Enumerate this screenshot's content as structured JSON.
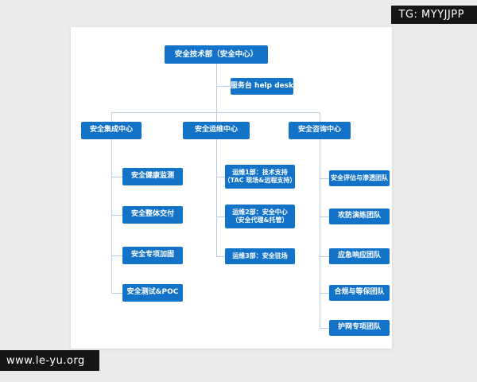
{
  "watermarks": {
    "top_right": "TG: MYYJJPP",
    "bottom_left": "www.le-yu.org"
  },
  "org_chart": {
    "colors": {
      "box": "#1273c8",
      "line": "#b9cde3"
    },
    "root": {
      "label": "安全技术部（安全中心）"
    },
    "helpdesk": {
      "label": "服务台 help desk"
    },
    "branches": [
      {
        "label": "安全集成中心",
        "children": [
          "安全健康监测",
          "安全整体交付",
          "安全专项加固",
          "安全测试&POC"
        ]
      },
      {
        "label": "安全运维中心",
        "children": [
          {
            "line1": "运维1部：技术支持",
            "line2": "（TAC 现场&远程支持）"
          },
          {
            "line1": "运维2部：安全中心",
            "line2": "（安全代理&托管）"
          },
          {
            "line1": "运维3部：安全驻场"
          }
        ]
      },
      {
        "label": "安全咨询中心",
        "children": [
          "安全评估与渗透团队",
          "攻防演练团队",
          "应急响应团队",
          "合规与等保团队",
          "护网专项团队"
        ]
      }
    ]
  }
}
